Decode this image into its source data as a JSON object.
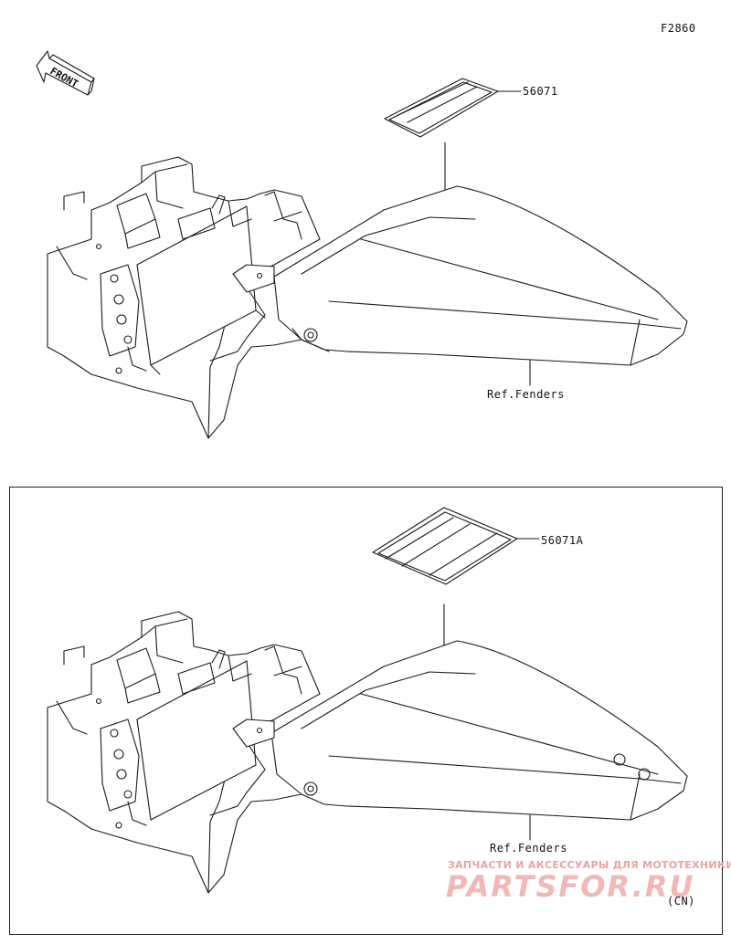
{
  "figure_code": "F2860",
  "front_arrow_text": "FRONT",
  "upper": {
    "part_number": "56071",
    "reference": "Ref.Fenders"
  },
  "lower": {
    "part_number": "56071A",
    "reference": "Ref.Fenders",
    "region_note": "(CN)"
  },
  "watermark": {
    "tagline": "ЗАПЧАСТИ И АКСЕССУАРЫ ДЛЯ МОТОТЕХНИКИ",
    "logo": "PARTSFOR.RU"
  }
}
